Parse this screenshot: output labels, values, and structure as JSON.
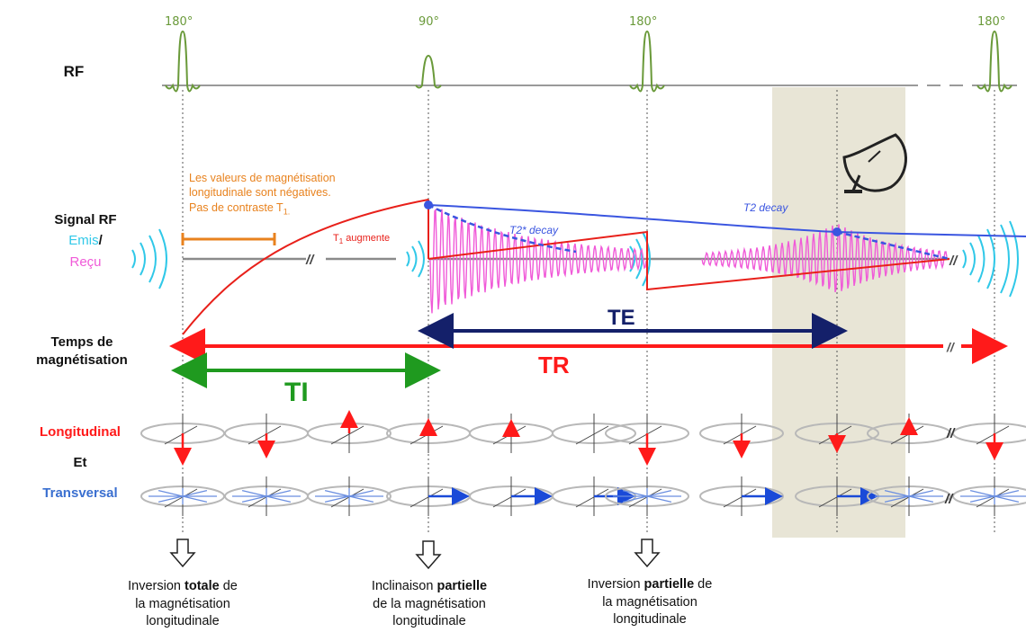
{
  "rf": {
    "label": "RF",
    "pulse_1": "180°",
    "pulse_2": "90°",
    "pulse_3": "180°",
    "pulse_4": "180°"
  },
  "signal": {
    "label": "Signal RF",
    "emis": "Emis",
    "slash": "/",
    "recu": "Reçu"
  },
  "note": {
    "line1": "Les valeurs de magnétisation",
    "line2": "longitudinale sont négatives.",
    "line3": "Pas de contraste T",
    "line3_sub": "1."
  },
  "t1_increase": {
    "prefix": "T",
    "sub": "1",
    "suffix": " augmente"
  },
  "t2star_decay": "T2* decay",
  "t2_decay": "T2 decay",
  "time_label": {
    "line1": "Temps de",
    "line2": "magnétisation"
  },
  "intervals": {
    "te": "TE",
    "tr": "TR",
    "ti": "TI"
  },
  "vectors": {
    "longitudinal": "Longitudinal",
    "and": "Et",
    "transversal": "Transversal",
    "break_mark": "//"
  },
  "captions": [
    {
      "pre": "Inversion ",
      "bold": "totale",
      "post": " de",
      "line2": "la magnétisation",
      "line3": "longitudinale"
    },
    {
      "pre": "Inclinaison ",
      "bold": "partielle",
      "post": "",
      "line2": "de la magnétisation",
      "line3": "longitudinale"
    },
    {
      "pre": "Inversion ",
      "bold": "partielle",
      "post": " de",
      "line2": "la magnétisation",
      "line3": "longitudinale"
    }
  ],
  "colors": {
    "rf_pulse": "#6a9a3a",
    "emitted": "#30c8e8",
    "received": "#f05ad8",
    "t1_curve": "#e8201a",
    "t2_curve": "#3a55e0",
    "te_arrow": "#14206a",
    "tr_arrow": "#ff1a1a",
    "ti_arrow": "#1f9a1f",
    "note": "#e8821e",
    "longitudinal": "#ff1a1a",
    "transversal": "#3a6fd0",
    "readout_band": "#e6e2d2"
  }
}
